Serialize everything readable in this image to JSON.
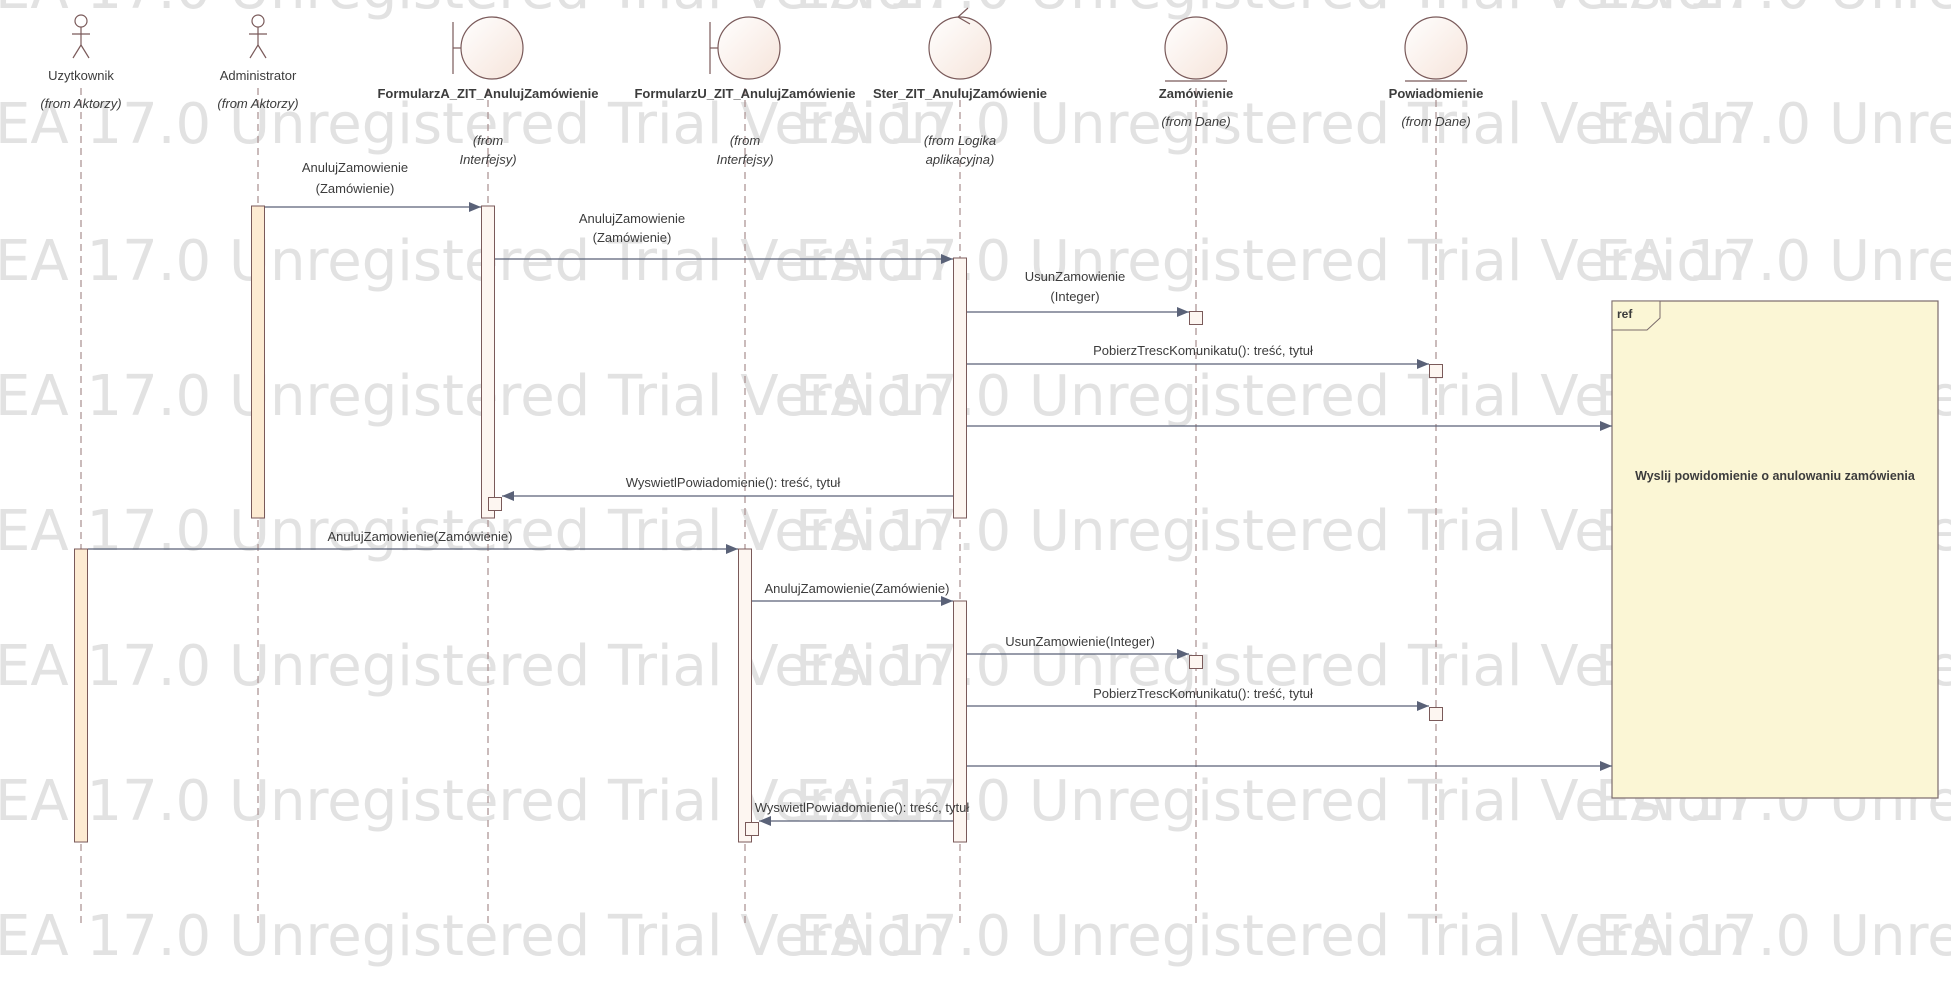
{
  "watermark": {
    "text": "EA 17.0 Unregistered Trial Version"
  },
  "participants": [
    {
      "id": "uzytkownik",
      "kind": "actor",
      "name": "Uzytkownik",
      "origin": [
        "(from Aktorzy)"
      ]
    },
    {
      "id": "administrator",
      "kind": "actor",
      "name": "Administrator",
      "origin": [
        "(from Aktorzy)"
      ]
    },
    {
      "id": "formularza",
      "kind": "boundary",
      "name": "FormularzA_ZIT_AnulujZamówienie",
      "origin": [
        "(from",
        "Interfejsy)"
      ]
    },
    {
      "id": "formularzu",
      "kind": "boundary",
      "name": "FormularzU_ZIT_AnulujZamówienie",
      "origin": [
        "(from",
        "Interfejsy)"
      ]
    },
    {
      "id": "ster",
      "kind": "control",
      "name": "Ster_ZIT_AnulujZamówienie",
      "origin": [
        "(from Logika",
        "aplikacyjna)"
      ]
    },
    {
      "id": "zamowienie",
      "kind": "entity",
      "name": "Zamówienie",
      "origin": [
        "(from Dane)"
      ]
    },
    {
      "id": "powiadomienie",
      "kind": "entity",
      "name": "Powiadomienie",
      "origin": [
        "(from Dane)"
      ]
    }
  ],
  "messages": [
    {
      "from": "administrator",
      "to": "formularza",
      "label": [
        "AnulujZamowienie",
        "(Zamówienie)"
      ]
    },
    {
      "from": "formularza",
      "to": "ster",
      "label": [
        "AnulujZamowienie",
        "(Zamówienie)"
      ]
    },
    {
      "from": "ster",
      "to": "zamowienie",
      "label": [
        "UsunZamowienie",
        "(Integer)"
      ]
    },
    {
      "from": "ster",
      "to": "powiadomienie",
      "label": [
        "PobierzTrescKomunikatu(): treść, tytuł"
      ]
    },
    {
      "from": "ster",
      "to": "ref",
      "label": []
    },
    {
      "from": "ster",
      "to": "formularza",
      "label": [
        "WyswietlPowiadomienie(): treść, tytuł"
      ]
    },
    {
      "from": "uzytkownik",
      "to": "formularzu",
      "label": [
        "AnulujZamowienie(Zamówienie)"
      ]
    },
    {
      "from": "formularzu",
      "to": "ster",
      "label": [
        "AnulujZamowienie(Zamówienie)"
      ]
    },
    {
      "from": "ster",
      "to": "zamowienie",
      "label": [
        "UsunZamowienie(Integer)"
      ]
    },
    {
      "from": "ster",
      "to": "powiadomienie",
      "label": [
        "PobierzTrescKomunikatu(): treść, tytuł"
      ]
    },
    {
      "from": "ster",
      "to": "ref",
      "label": []
    },
    {
      "from": "ster",
      "to": "formularzu",
      "label": [
        "WyswietlPowiadomienie(): treść, tytuł"
      ]
    }
  ],
  "ref_frame": {
    "tag": "ref",
    "text": "Wyslij powidomienie o anulowaniu zamówienia"
  },
  "colors": {
    "lifeline": "#a88e8e",
    "participant_stroke": "#7a5a5a",
    "participant_fill": "#fdf6f1",
    "activation_fill_light": "#fdf6f1",
    "activation_fill_actor": "#fdebd2",
    "message": "#5a6278",
    "ref_fill": "#fbf6d5",
    "ref_stroke": "#7b6c6c",
    "watermark": "#e2e2e2"
  }
}
